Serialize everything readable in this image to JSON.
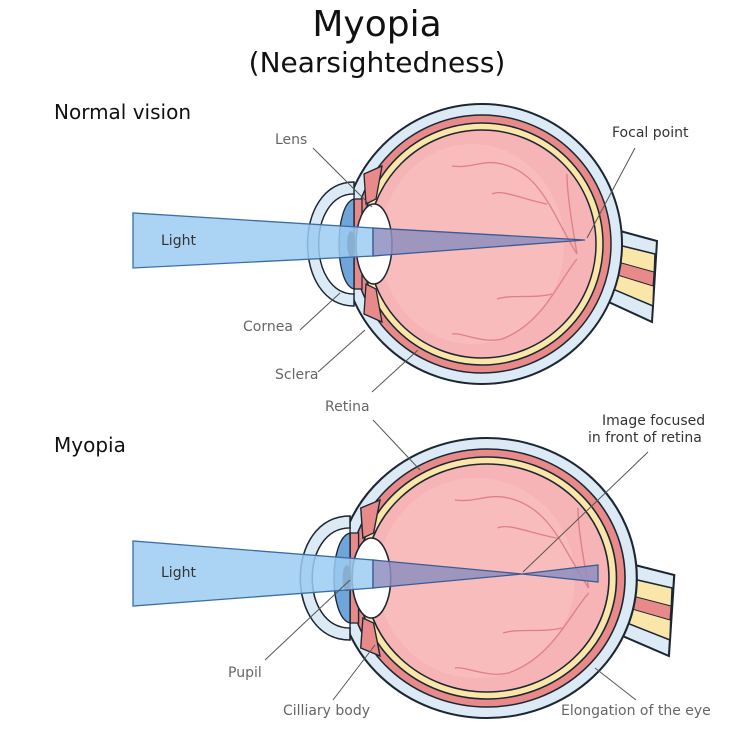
{
  "title": "Myopia",
  "subtitle": "(Nearsightedness)",
  "sections": {
    "normal": "Normal vision",
    "myopia": "Myopia"
  },
  "labels": {
    "lens": "Lens",
    "focal_point": "Focal point",
    "light_top": "Light",
    "cornea": "Cornea",
    "sclera": "Sclera",
    "retina": "Retina",
    "image_focused_1": "Image focused",
    "image_focused_2": "in front of retina",
    "light_bottom": "Light",
    "pupil": "Pupil",
    "ciliary_body": "Cilliary body",
    "elongation": "Elongation of the eye"
  },
  "colors": {
    "sclera": "#dbeaf4",
    "choroid": "#e88a8a",
    "retina": "#f9e6a8",
    "vitreous": "#f6b4b6",
    "light": "#9ccbf1",
    "focused": "#8e8fc0",
    "outline": "#1c2733"
  }
}
